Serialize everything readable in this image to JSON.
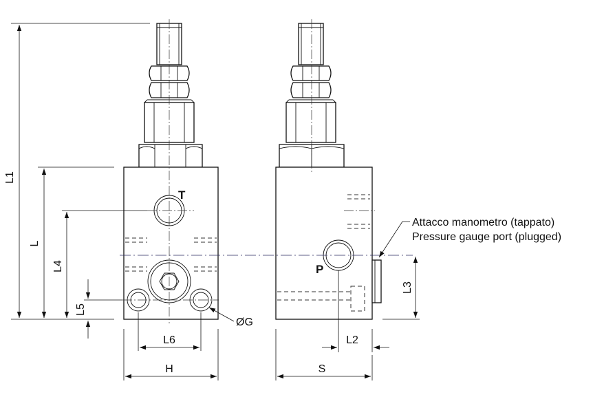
{
  "dimensions": {
    "L1": "L1",
    "L": "L",
    "L4": "L4",
    "L5": "L5",
    "L6": "L6",
    "H": "H",
    "G": "ØG",
    "L2": "L2",
    "S": "S",
    "L3": "L3"
  },
  "ports": {
    "T": "T",
    "P": "P"
  },
  "note": {
    "line1": "Attacco manometro (tappato)",
    "line2": "Pressure gauge port (plugged)"
  }
}
